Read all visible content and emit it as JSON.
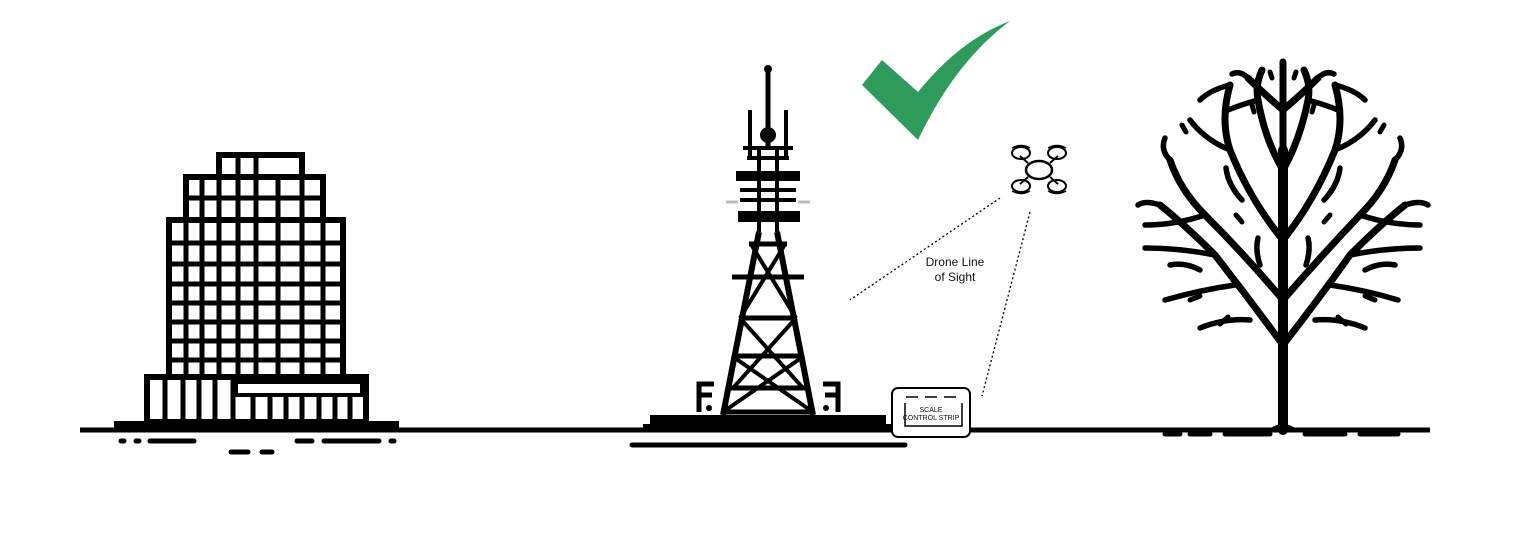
{
  "colors": {
    "ink": "#000000",
    "check": "#2e9b5a",
    "background": "#ffffff"
  },
  "icons": {
    "building": "office-building-icon",
    "tower": "lattice-telecom-tower-icon",
    "check": "check-mark-icon",
    "drone": "quadcopter-drone-icon",
    "tree": "deciduous-tree-icon"
  },
  "annotation": {
    "line1": "Drone Line",
    "line2": "of Sight"
  },
  "scale_strip": {
    "line1": "SCALE",
    "line2": "CONTROL STRIP"
  }
}
